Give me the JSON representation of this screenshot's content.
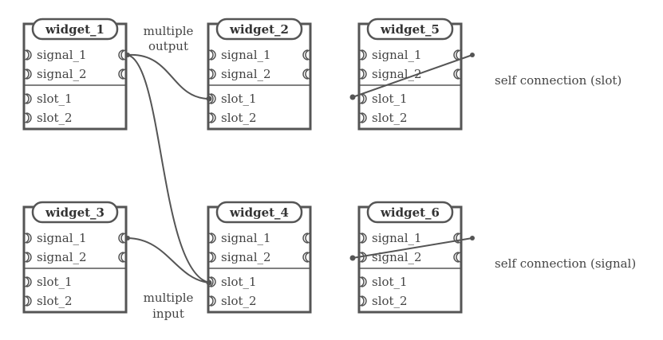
{
  "widgets": [
    {
      "title": "widget_1",
      "signals": [
        "signal_1",
        "signal_2"
      ],
      "slots": [
        "slot_1",
        "slot_2"
      ]
    },
    {
      "title": "widget_2",
      "signals": [
        "signal_1",
        "signal_2"
      ],
      "slots": [
        "slot_1",
        "slot_2"
      ]
    },
    {
      "title": "widget_5",
      "signals": [
        "signal_1",
        "signal_2"
      ],
      "slots": [
        "slot_1",
        "slot_2"
      ]
    },
    {
      "title": "widget_3",
      "signals": [
        "signal_1",
        "signal_2"
      ],
      "slots": [
        "slot_1",
        "slot_2"
      ]
    },
    {
      "title": "widget_4",
      "signals": [
        "signal_1",
        "signal_2"
      ],
      "slots": [
        "slot_1",
        "slot_2"
      ]
    },
    {
      "title": "widget_6",
      "signals": [
        "signal_1",
        "signal_2"
      ],
      "slots": [
        "slot_1",
        "slot_2"
      ]
    }
  ],
  "annotations": {
    "multiple_output": [
      "multiple",
      "output"
    ],
    "multiple_input": [
      "multiple",
      "input"
    ],
    "self_slot": "self connection (slot)",
    "self_signal": "self connection (signal)"
  },
  "colors": {
    "stroke": "#555555",
    "text": "#444444",
    "background": "#ffffff"
  }
}
